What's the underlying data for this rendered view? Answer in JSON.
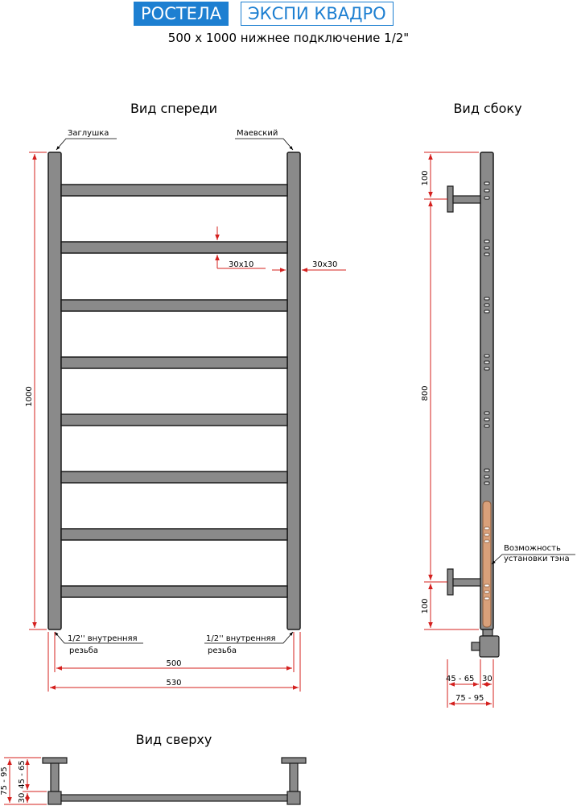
{
  "header": {
    "brand": "РОСТЕЛА",
    "model": "ЭКСПИ КВАДРО",
    "subtitle": "500 x 1000 нижнее подключение 1/2\""
  },
  "views": {
    "front": "Вид спереди",
    "side": "Вид сбоку",
    "top": "Вид сверху"
  },
  "labels": {
    "plug": "Заглушка",
    "mayevsky": "Маевский",
    "thread_left_1": "1/2'' внутренняя",
    "thread_left_2": "резьба",
    "thread_right_1": "1/2'' внутренняя",
    "thread_right_2": "резьба",
    "heater_1": "Возможность",
    "heater_2": "установки тэна"
  },
  "dimensions": {
    "height": "1000",
    "crossbar": "30x10",
    "upright": "30x30",
    "width_inner": "500",
    "width_outer": "530",
    "side_top": "100",
    "side_mid": "800",
    "side_bottom": "100",
    "side_offset_a": "45 - 65",
    "side_offset_b": "30",
    "side_offset_c": "75 - 95",
    "top_a": "75 - 95",
    "top_b": "30",
    "top_c": "45 - 65"
  },
  "colors": {
    "brand": "#1d7fd1",
    "steel": "#8a8a8a",
    "dimension": "#d4201e",
    "heater": "#d9a07a"
  }
}
